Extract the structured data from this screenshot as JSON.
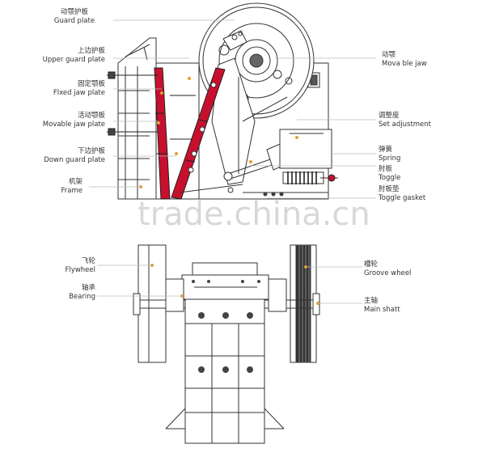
{
  "labels": {
    "guard_plate": {
      "cn": "动颚护板",
      "en": "Guard plate"
    },
    "upper_guard_plate": {
      "cn": "上边护板",
      "en": "Upper guard plate"
    },
    "fixed_jaw_plate": {
      "cn": "固定颚板",
      "en": "Flxed jaw plate"
    },
    "movable_jaw_plate": {
      "cn": "活动颚板",
      "en": "Movable jaw plate"
    },
    "down_guard_plate": {
      "cn": "下边护板",
      "en": "Down guard plate"
    },
    "frame": {
      "cn": "机架",
      "en": "Frame"
    },
    "movable_jaw": {
      "cn": "动颚",
      "en": "Mova ble jaw"
    },
    "set_adjustment": {
      "cn": "调整座",
      "en": "Set adjustment"
    },
    "spring": {
      "cn": "弹簧",
      "en": "Spring"
    },
    "toggle": {
      "cn": "肘板",
      "en": "Toggle"
    },
    "toggle_gasket": {
      "cn": "肘板垫",
      "en": "Toggle gasket"
    },
    "flywheel": {
      "cn": "飞轮",
      "en": "Flywheel"
    },
    "bearing": {
      "cn": "轴承",
      "en": "Bearing"
    },
    "groove_wheel": {
      "cn": "槽轮",
      "en": "Groove wheel"
    },
    "main_shaft": {
      "cn": "主轴",
      "en": "Main shatt"
    }
  },
  "watermark": "trade.china.cn",
  "colors": {
    "jaw_plate": "#c8102e",
    "line": "#333333",
    "leader": "#e0a030",
    "watermark": "#b9b9b9"
  }
}
